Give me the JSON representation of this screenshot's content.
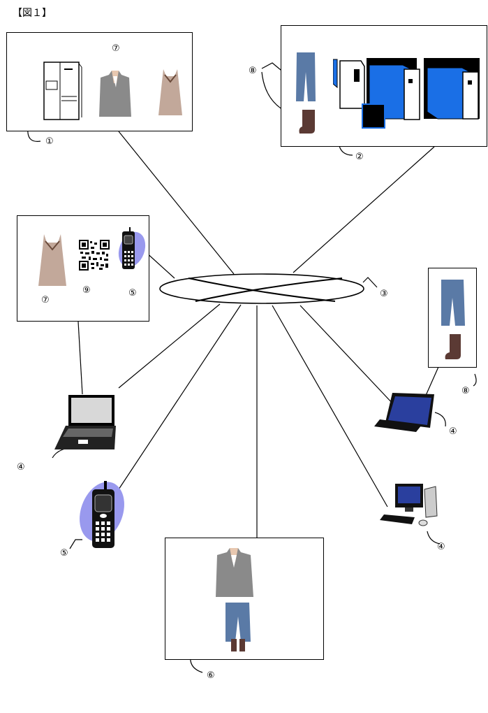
{
  "figure_title": "【図１】",
  "labels": {
    "store_device": "①",
    "server": "②",
    "network": "③",
    "terminal_pc": "④",
    "terminal_laptop_right": "④",
    "terminal_laptop_left": "④",
    "mobile_in_box": "⑤",
    "mobile_left": "⑤",
    "coordination": "⑥",
    "store_clothes": "⑦",
    "box_dress": "⑦",
    "user_clothes_server": "⑧",
    "user_clothes_right": "⑧",
    "qr_code": "⑨"
  },
  "icons": {
    "refrigerator": "refrigerator-icon",
    "jacket": "jacket-icon",
    "dress": "dress-icon",
    "jeans": "jeans-icon",
    "boot": "boot-icon",
    "server": "server-rack-icon",
    "qr": "qr-code-icon",
    "phone": "mobile-phone-icon",
    "laptop": "laptop-icon",
    "desktop": "desktop-pc-icon",
    "network": "network-ring-icon"
  },
  "colors": {
    "server_blue": "#1a6fe6",
    "phone_halo": "#9999ee",
    "laptop_screen": "#2a3f9e",
    "jacket_gray": "#8a8a8a",
    "dress_beige": "#c2a89a",
    "denim": "#5a7aa6",
    "boot_brown": "#5b3a34"
  }
}
